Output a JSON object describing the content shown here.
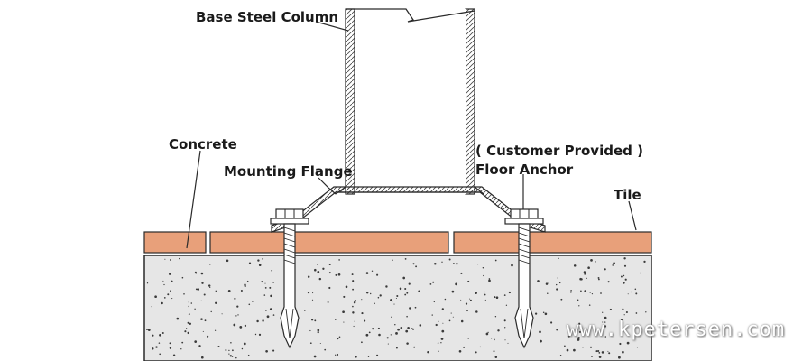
{
  "labels": {
    "column": "Base Steel Column",
    "concrete": "Concrete",
    "flange": "Mounting Flange",
    "customer_provided": "( Customer Provided )",
    "anchor": "Floor Anchor",
    "tile": "Tile"
  },
  "watermark": "www.kpetersen.com",
  "colors": {
    "tile": "#e8a07a",
    "concrete": "#e6e6e6",
    "line": "#2a2a2a"
  }
}
